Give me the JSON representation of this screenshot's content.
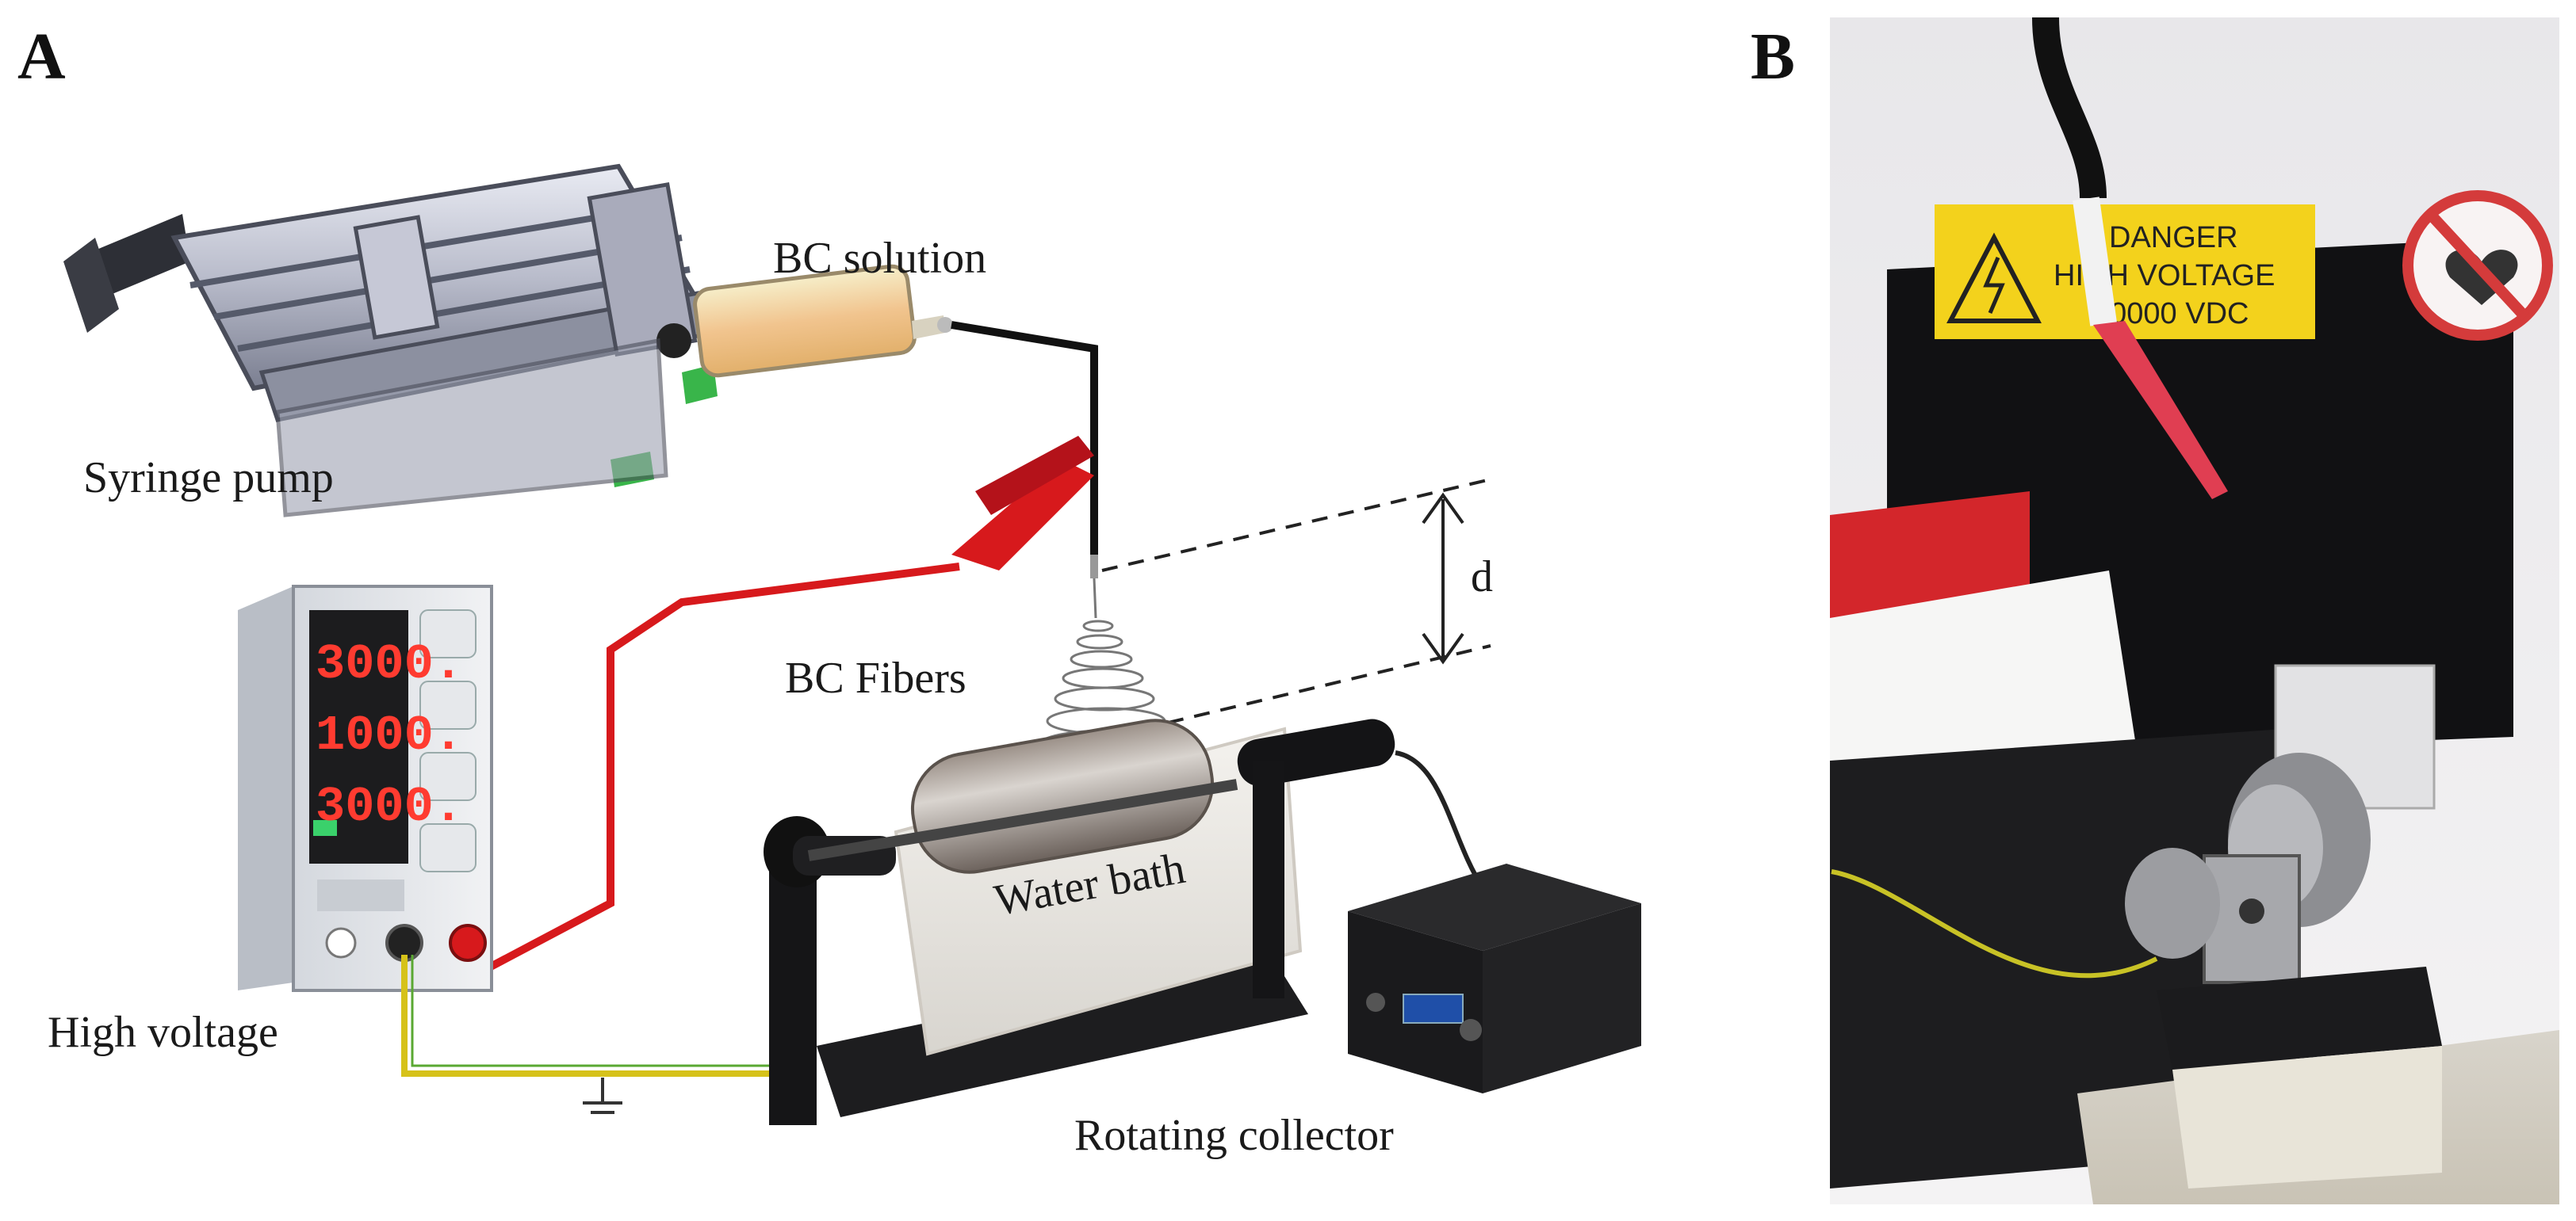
{
  "panels": {
    "a": {
      "letter": "A"
    },
    "b": {
      "letter": "B"
    }
  },
  "labels": {
    "bc_solution": "BC solution",
    "syringe_pump": "Syringe pump",
    "d": "d",
    "bc_fibers": "BC Fibers",
    "water_bath": "Water bath",
    "high_voltage": "High voltage",
    "rotating_collector": "Rotating collector"
  },
  "power_supply": {
    "display_1": "3000.",
    "display_2": "1000.",
    "display_3": "3000."
  },
  "photo_sign": {
    "line1": "DANGER",
    "line2": "HIGH VOLTAGE",
    "line3": "60000 VDC"
  },
  "colors": {
    "hv_wire": "#d7191c",
    "ground_wire": "#d6c21a",
    "ground_wire_green": "#5aa832",
    "sign_yellow": "#f3d21c",
    "display_red": "#ff3b30"
  }
}
